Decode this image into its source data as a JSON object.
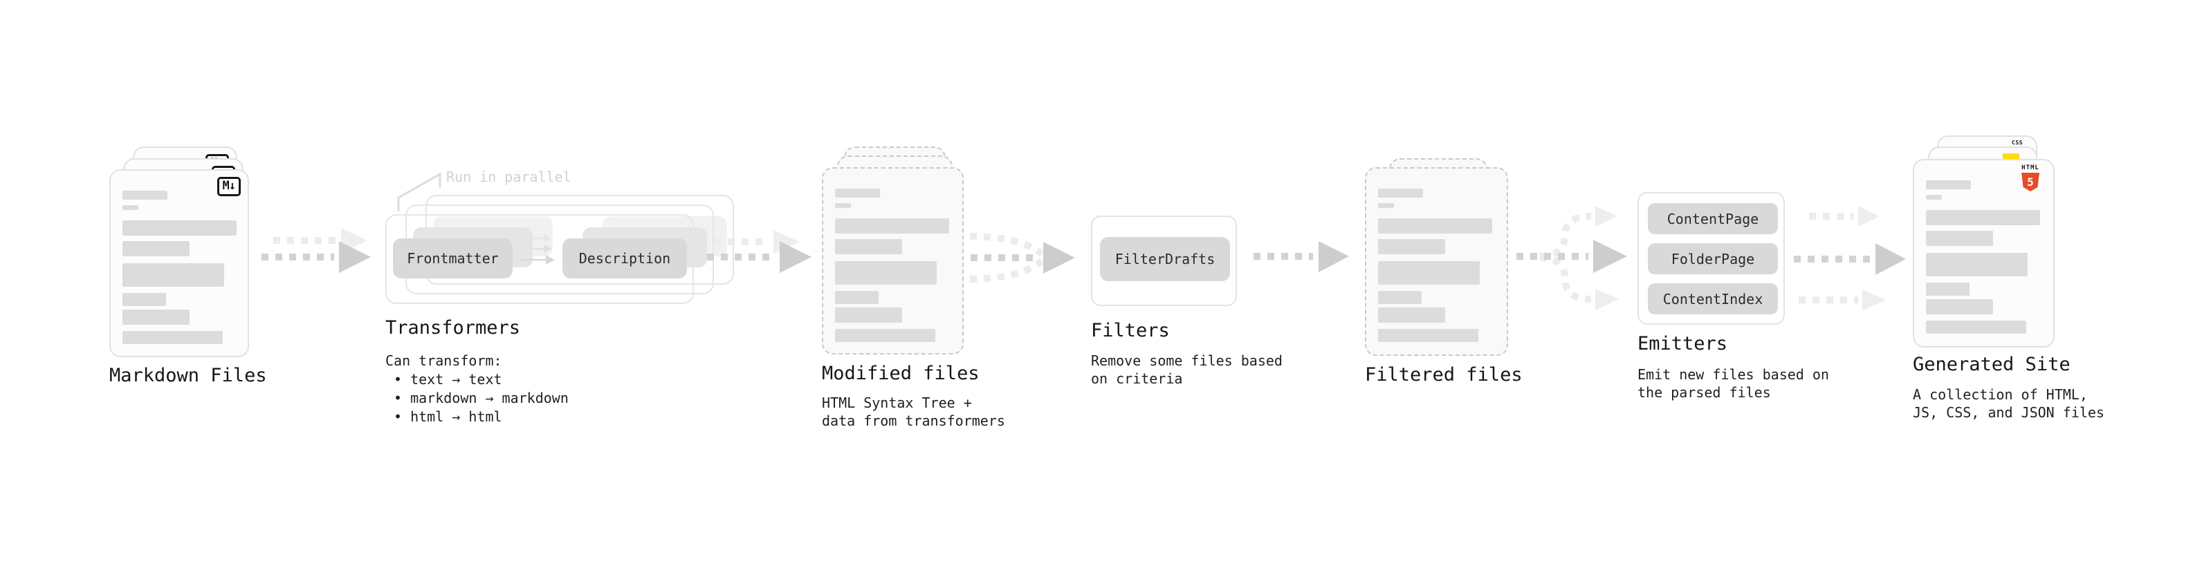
{
  "nodes": {
    "markdown_files": {
      "title": "Markdown Files",
      "badge": "M↓"
    },
    "transformers": {
      "title": "Transformers",
      "annotation": "Run in parallel",
      "boxes": [
        "Frontmatter",
        "Description"
      ],
      "note_heading": "Can transform:",
      "note_items": [
        "• text → text",
        "• markdown → markdown",
        "• html → html"
      ]
    },
    "modified_files": {
      "title": "Modified files",
      "subtitle_lines": [
        "HTML Syntax Tree +",
        "data from transformers"
      ]
    },
    "filters": {
      "title": "Filters",
      "boxes": [
        "FilterDrafts"
      ],
      "subtitle_lines": [
        "Remove some files based",
        "on criteria"
      ]
    },
    "filtered_files": {
      "title": "Filtered files"
    },
    "emitters": {
      "title": "Emitters",
      "boxes": [
        "ContentPage",
        "FolderPage",
        "ContentIndex"
      ],
      "subtitle_lines": [
        "Emit new files based on",
        "the parsed files"
      ]
    },
    "generated_site": {
      "title": "Generated Site",
      "subtitle_lines": [
        "A collection of HTML,",
        "JS, CSS, and JSON files"
      ],
      "badges": {
        "css_label": "CSS",
        "html_label": "HTML",
        "html_number": "5"
      }
    }
  },
  "colors": {
    "background": "#ffffff",
    "box_fill": "#d9d9d9",
    "arrow_dark": "#d2d2d2",
    "arrow_light": "#ececec",
    "doc_border_solid": "#e1e1e1",
    "doc_border_dashed": "#c9c9c9",
    "text": "#161616",
    "annotation_gray": "#d2d2d2",
    "html5_orange": "#e44d26",
    "js_yellow": "#ffde00",
    "css_blue": "#2965f1"
  }
}
